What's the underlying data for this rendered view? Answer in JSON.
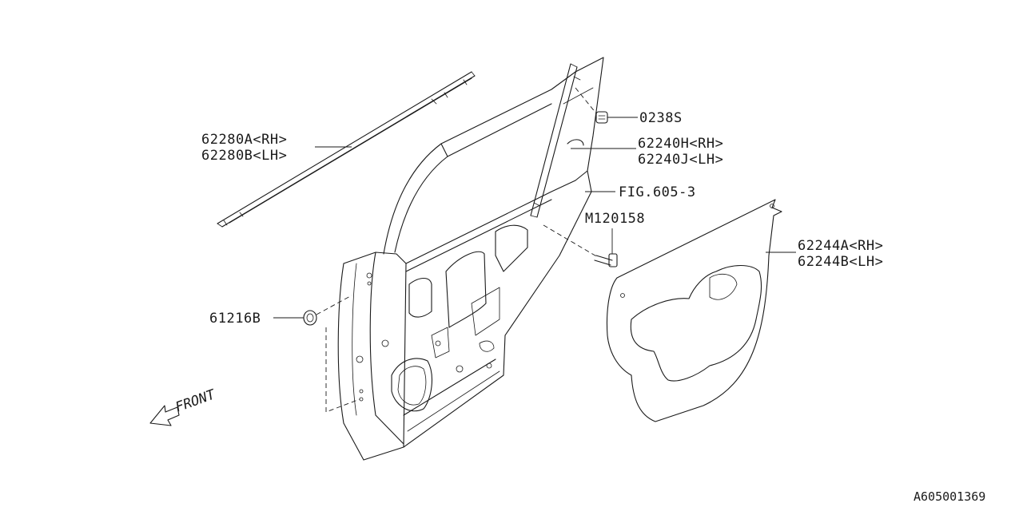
{
  "diagram_id": "A605001369",
  "front_label": "FRONT",
  "labels": {
    "weatherstrip_rh": "62280A<RH>",
    "weatherstrip_lh": "62280B<LH>",
    "clip": "0238S",
    "sash_rh": "62240H<RH>",
    "sash_lh": "62240J<LH>",
    "fig_ref": "FIG.605-3",
    "bolt": "M120158",
    "sealing_rh": "62244A<RH>",
    "sealing_lh": "62244B<LH>",
    "plug": "61216B"
  }
}
